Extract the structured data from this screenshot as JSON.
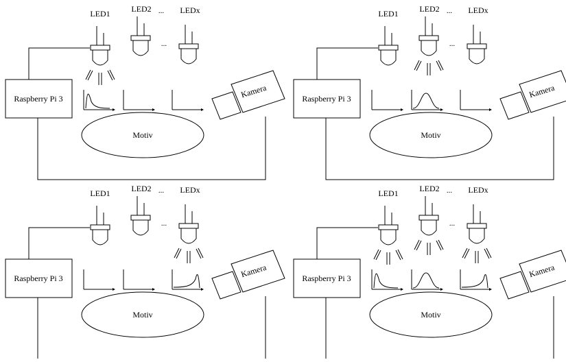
{
  "panels": [
    {
      "id": "top-left",
      "raspberry_label": "Raspberry Pi 3",
      "camera_label": "Kamera",
      "subject_label": "Motiv",
      "led_labels": [
        "LED1",
        "LED2",
        "LEDx"
      ],
      "ellipsis": "...",
      "led_states": [
        "on",
        "off",
        "off"
      ],
      "spectra": [
        "decay",
        "none",
        "none"
      ]
    },
    {
      "id": "top-right",
      "raspberry_label": "Raspberry Pi 3",
      "camera_label": "Kamera",
      "subject_label": "Motiv",
      "led_labels": [
        "LED1",
        "LED2",
        "LEDx"
      ],
      "ellipsis": "...",
      "led_states": [
        "off",
        "on",
        "off"
      ],
      "spectra": [
        "none",
        "peak",
        "none"
      ]
    },
    {
      "id": "bottom-left",
      "raspberry_label": "Raspberry Pi 3",
      "camera_label": "Kamera",
      "subject_label": "Motiv",
      "led_labels": [
        "LED1",
        "LED2",
        "LEDx"
      ],
      "ellipsis": "...",
      "led_states": [
        "off",
        "off",
        "on"
      ],
      "spectra": [
        "none",
        "none",
        "rise"
      ]
    },
    {
      "id": "bottom-right",
      "raspberry_label": "Raspberry Pi 3",
      "camera_label": "Kamera",
      "subject_label": "Motiv",
      "led_labels": [
        "LED1",
        "LED2",
        "LEDx"
      ],
      "ellipsis": "...",
      "led_states": [
        "on",
        "on",
        "on"
      ],
      "spectra": [
        "decay",
        "peak",
        "rise"
      ]
    }
  ]
}
